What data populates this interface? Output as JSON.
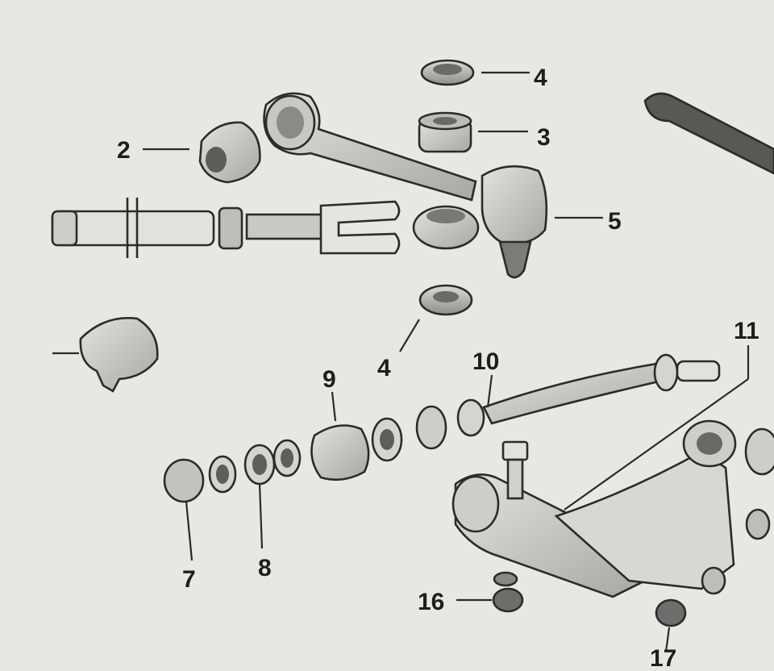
{
  "diagram": {
    "type": "exploded parts diagram",
    "callouts": [
      {
        "id": "c2",
        "label": "2"
      },
      {
        "id": "c3",
        "label": "3"
      },
      {
        "id": "c4a",
        "label": "4"
      },
      {
        "id": "c4b",
        "label": "4"
      },
      {
        "id": "c5",
        "label": "5"
      },
      {
        "id": "c7",
        "label": "7"
      },
      {
        "id": "c8",
        "label": "8"
      },
      {
        "id": "c9",
        "label": "9"
      },
      {
        "id": "c10",
        "label": "10"
      },
      {
        "id": "c11",
        "label": "11"
      },
      {
        "id": "c16",
        "label": "16"
      },
      {
        "id": "c17",
        "label": "17"
      }
    ]
  },
  "colors": {
    "paper": "#e9e7e2",
    "ink": "#1e1e1e",
    "part_fill": "#d3d1cc",
    "part_shadow": "#9f9d98"
  }
}
